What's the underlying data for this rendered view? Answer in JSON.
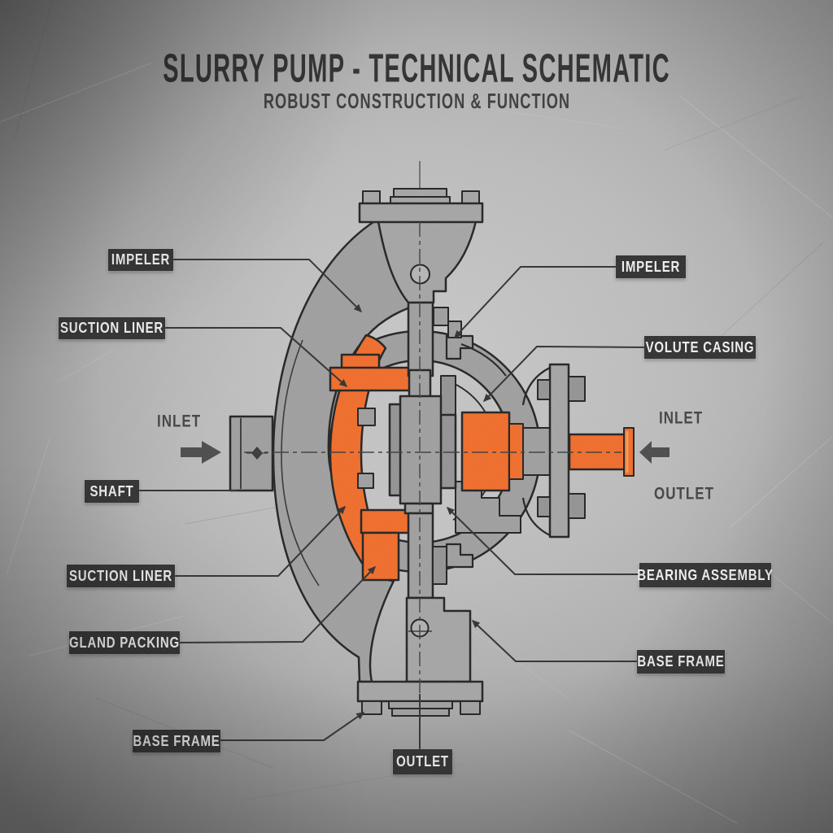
{
  "title": "SLURRY PUMP - TECHNICAL SCHEMATIC",
  "subtitle": "ROBUST CONSTRUCTION & FUNCTION",
  "colors": {
    "accent_orange": "#f26a25",
    "label_bg": "#2d2c2c",
    "label_text": "#f2f2f2",
    "outline": "#1d1d1d",
    "metal_gray": "#9e9e9e",
    "background_gray": "#b5b5b5"
  },
  "labels": {
    "impeller_left": {
      "text": "IMPELER"
    },
    "suction_liner_top": {
      "text": "SUCTION LINER"
    },
    "inlet_left": {
      "text": "INLET"
    },
    "shaft": {
      "text": "SHAFT"
    },
    "suction_liner_bottom": {
      "text": "SUCTION LINER"
    },
    "gland_packing": {
      "text": "GLAND PACKING"
    },
    "base_frame_left": {
      "text": "BASE FRAME"
    },
    "outlet_bottom": {
      "text": "OUTLET"
    },
    "impeller_right": {
      "text": "IMPELER"
    },
    "volute_casing": {
      "text": "VOLUTE CASING"
    },
    "inlet_right": {
      "text": "INLET"
    },
    "outlet_right": {
      "text": "OUTLET"
    },
    "bearing_assembly": {
      "text": "BEARING ASSEMBLY"
    },
    "base_frame_right": {
      "text": "BASE FRAME"
    }
  }
}
